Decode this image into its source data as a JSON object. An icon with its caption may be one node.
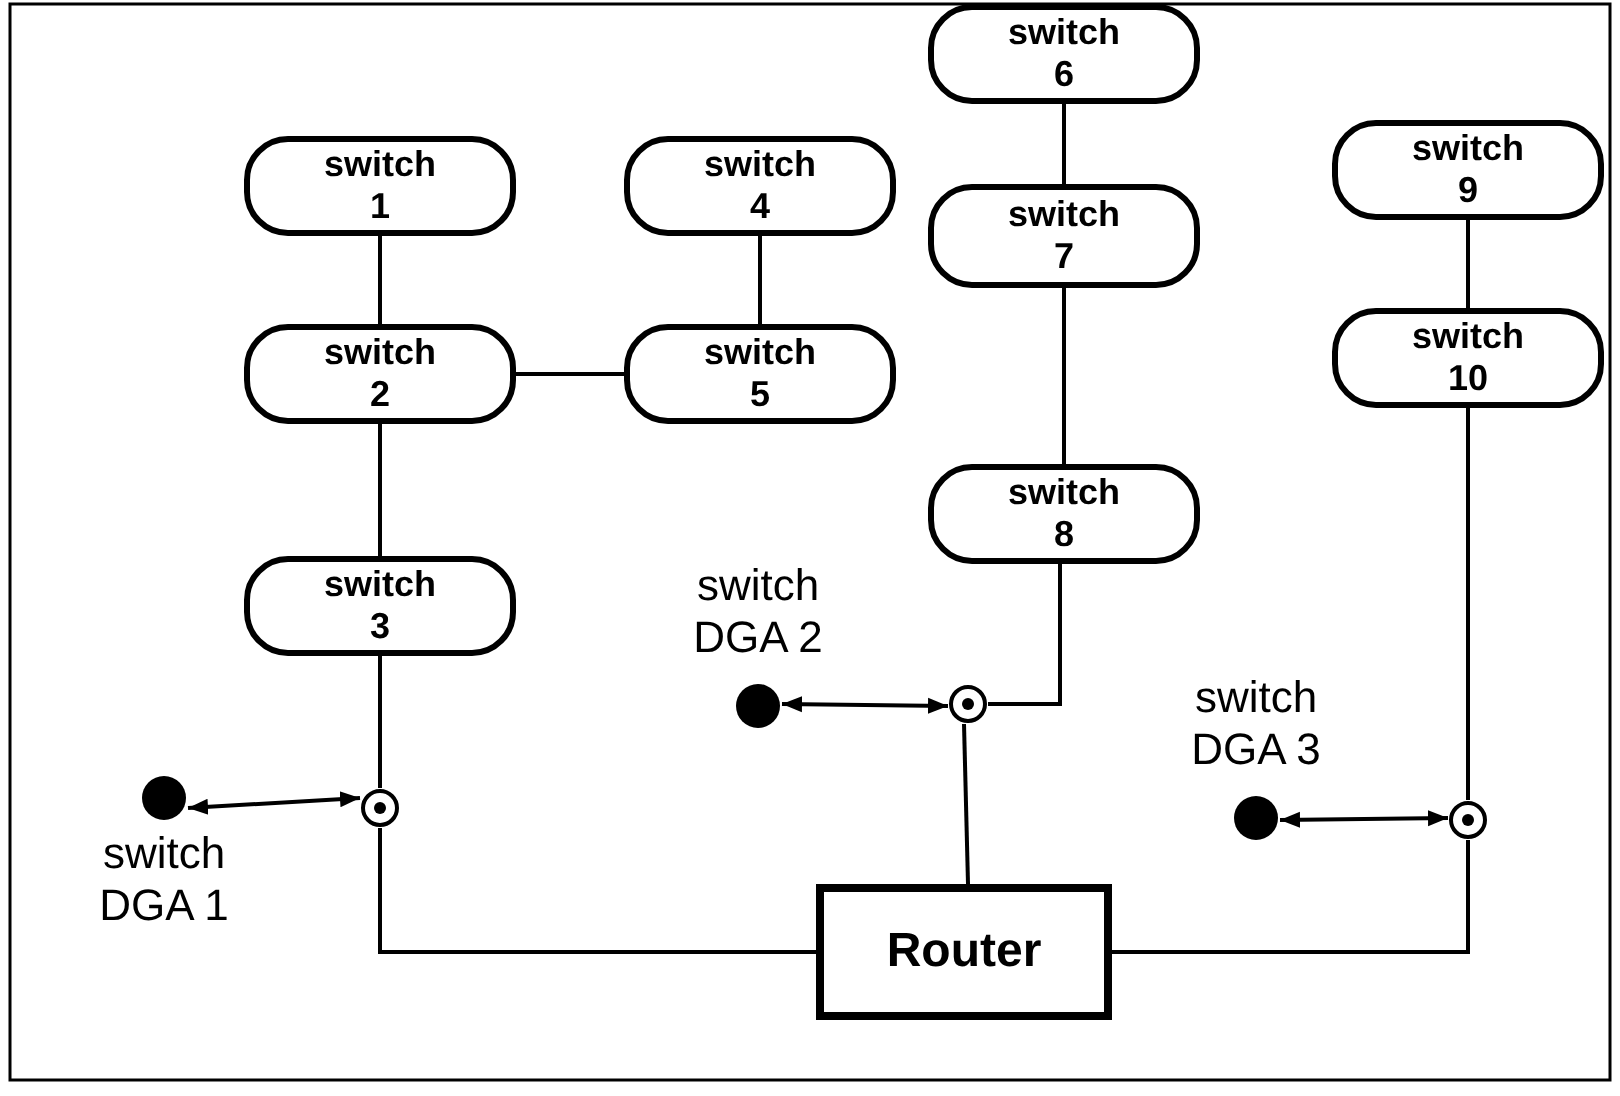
{
  "diagram": {
    "nodes": [
      {
        "text": [
          "switch 1"
        ]
      },
      {
        "text": [
          "switch 2"
        ]
      },
      {
        "text": [
          "switch 3"
        ]
      },
      {
        "text": [
          "switch 4"
        ]
      },
      {
        "text": [
          "switch 5"
        ]
      },
      {
        "text": [
          "switch 6"
        ]
      },
      {
        "text": [
          "switch 7"
        ]
      },
      {
        "text": [
          "switch 8"
        ]
      },
      {
        "text": [
          "switch 9"
        ]
      },
      {
        "text": [
          "switch 10"
        ]
      },
      {
        "text": [
          "Router"
        ]
      },
      {
        "text": [],
        "shape": "circle"
      },
      {
        "text": [],
        "shape": "circle"
      },
      {
        "text": [],
        "shape": "circle"
      },
      {
        "text": [],
        "shape": "circle",
        "beside": [
          "switch DGA 1"
        ]
      },
      {
        "text": [],
        "shape": "circle",
        "beside": [
          "switch DGA 2"
        ]
      },
      {
        "text": [],
        "shape": "circle",
        "beside": [
          "switch DGA 3"
        ]
      }
    ],
    "edges": [
      {
        "from": 0,
        "to": 1,
        "arrow": "none"
      },
      {
        "from": 1,
        "to": 4,
        "arrow": "none"
      },
      {
        "from": 3,
        "to": 4,
        "arrow": "none"
      },
      {
        "from": 1,
        "to": 2,
        "arrow": "none"
      },
      {
        "from": 5,
        "to": 6,
        "arrow": "none"
      },
      {
        "from": 6,
        "to": 7,
        "arrow": "none"
      },
      {
        "from": 8,
        "to": 9,
        "arrow": "none"
      },
      {
        "from": 2,
        "to": 11,
        "arrow": "none"
      },
      {
        "from": 7,
        "to": 12,
        "arrow": "none"
      },
      {
        "from": 9,
        "to": 13,
        "arrow": "none"
      },
      {
        "from": 11,
        "to": 10,
        "arrow": "none"
      },
      {
        "from": 12,
        "to": 10,
        "arrow": "none"
      },
      {
        "from": 13,
        "to": 10,
        "arrow": "none"
      },
      {
        "from": 14,
        "to": 11,
        "arrow": "both"
      },
      {
        "from": 15,
        "to": 12,
        "arrow": "both"
      },
      {
        "from": 16,
        "to": 13,
        "arrow": "both"
      }
    ]
  }
}
